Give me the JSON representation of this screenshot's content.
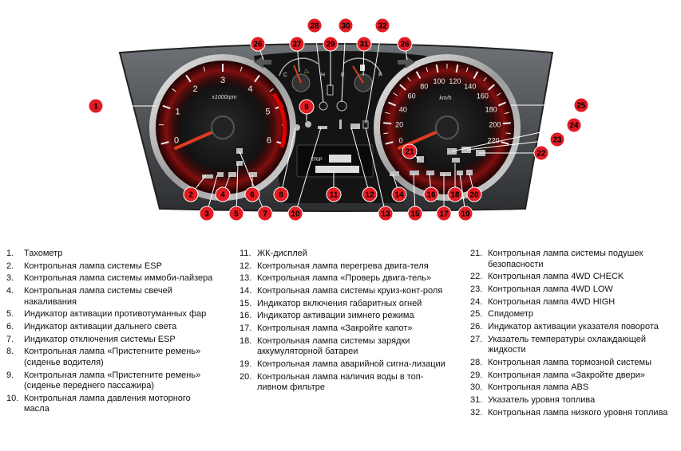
{
  "cluster": {
    "tach_numbers": [
      "0",
      "1",
      "2",
      "3",
      "4",
      "5",
      "6"
    ],
    "tach_unit": "x1000rpm",
    "speed_numbers": [
      "0",
      "20",
      "40",
      "60",
      "80",
      "100",
      "120",
      "140",
      "160",
      "180",
      "200",
      "220"
    ],
    "speed_unit": "km/h",
    "temp_letters": [
      "C",
      "H"
    ],
    "fuel_letters": [
      "E",
      "F"
    ],
    "lcd_text": "TRIP",
    "icons": [
      "esp-lamp-icon",
      "immobilizer-icon",
      "glow-plug-icon",
      "fog-light-icon",
      "high-beam-icon",
      "esp-off-icon",
      "seatbelt-driver-icon",
      "oil-pressure-icon",
      "overheat-icon",
      "check-engine-icon",
      "cruise-icon",
      "position-lights-icon",
      "winter-mode-icon",
      "hood-open-icon",
      "battery-icon",
      "hazard-icon",
      "water-in-fuel-icon",
      "airbag-icon",
      "4wd-check-icon",
      "4wd-low-icon",
      "4wd-high-icon",
      "turn-signal-icon",
      "brake-icon",
      "door-open-icon",
      "abs-icon",
      "fuel-gauge-icon",
      "low-fuel-icon"
    ],
    "colors": {
      "callout": "#e31b23",
      "needle": "#e03c1e",
      "face": "#111111"
    }
  },
  "callouts": [
    "1",
    "2",
    "3",
    "4",
    "5",
    "6",
    "7",
    "8",
    "9",
    "10",
    "11",
    "12",
    "13",
    "14",
    "15",
    "16",
    "17",
    "18",
    "19",
    "20",
    "21",
    "22",
    "23",
    "24",
    "25",
    "26",
    "26",
    "27",
    "28",
    "29",
    "30",
    "31",
    "32"
  ],
  "legend": {
    "col1": [
      {
        "n": "1.",
        "t": "Тахометр"
      },
      {
        "n": "2.",
        "t": "Контрольная лампа системы ESP"
      },
      {
        "n": "3.",
        "t": "Контрольная лампа системы иммоби-лайзера"
      },
      {
        "n": "4.",
        "t": "Контрольная лампа системы свечей накаливания"
      },
      {
        "n": "5.",
        "t": "Индикатор активации противотуманных фар"
      },
      {
        "n": "6.",
        "t": "Индикатор активации дальнего света"
      },
      {
        "n": "7.",
        "t": "Индикатор отключения системы ESP"
      },
      {
        "n": "8.",
        "t": "Контрольная лампа «Пристегните ремень» (сиденье водителя)"
      },
      {
        "n": "9.",
        "t": "Контрольная лампа «Пристегните ремень» (сиденье переднего пассажира)"
      },
      {
        "n": "10.",
        "t": "Контрольная лампа давления моторного масла"
      }
    ],
    "col2": [
      {
        "n": "11.",
        "t": "ЖК-дисплей"
      },
      {
        "n": "12.",
        "t": "Контрольная лампа перегрева двига-теля"
      },
      {
        "n": "13.",
        "t": "Контрольная лампа «Проверь двига-тель»"
      },
      {
        "n": "14.",
        "t": "Контрольная лампа системы круиз-конт-роля"
      },
      {
        "n": "15.",
        "t": "Индикатор включения габаритных огней"
      },
      {
        "n": "16.",
        "t": "Индикатор активации зимнего режима"
      },
      {
        "n": "17.",
        "t": "Контрольная лампа «Закройте капот»"
      },
      {
        "n": "18.",
        "t": "Контрольная лампа системы зарядки аккумуляторной батареи"
      },
      {
        "n": "19.",
        "t": "Контрольная лампа аварийной сигна-лизации"
      },
      {
        "n": "20.",
        "t": "Контрольная лампа наличия воды в топ-ливном фильтре"
      }
    ],
    "col3": [
      {
        "n": "21.",
        "t": "Контрольная лампа системы подушек безопасности"
      },
      {
        "n": "22.",
        "t": "Контрольная лампа 4WD CHECK"
      },
      {
        "n": "23.",
        "t": "Контрольная лампа 4WD LOW"
      },
      {
        "n": "24.",
        "t": "Контрольная лампа 4WD HIGH"
      },
      {
        "n": "25.",
        "t": "Спидометр"
      },
      {
        "n": "26.",
        "t": "Индикатор активации указателя поворота"
      },
      {
        "n": "27.",
        "t": "Указатель температуры охлаждающей жидкости"
      },
      {
        "n": "28.",
        "t": "Контрольная лампа тормозной системы"
      },
      {
        "n": "29.",
        "t": "Контрольная лампа «Закройте двери»"
      },
      {
        "n": "30.",
        "t": "Контрольная лампа ABS"
      },
      {
        "n": "31.",
        "t": "Указатель уровня топлива"
      },
      {
        "n": "32.",
        "t": "Контрольная лампа низкого уровня топлива"
      }
    ]
  }
}
